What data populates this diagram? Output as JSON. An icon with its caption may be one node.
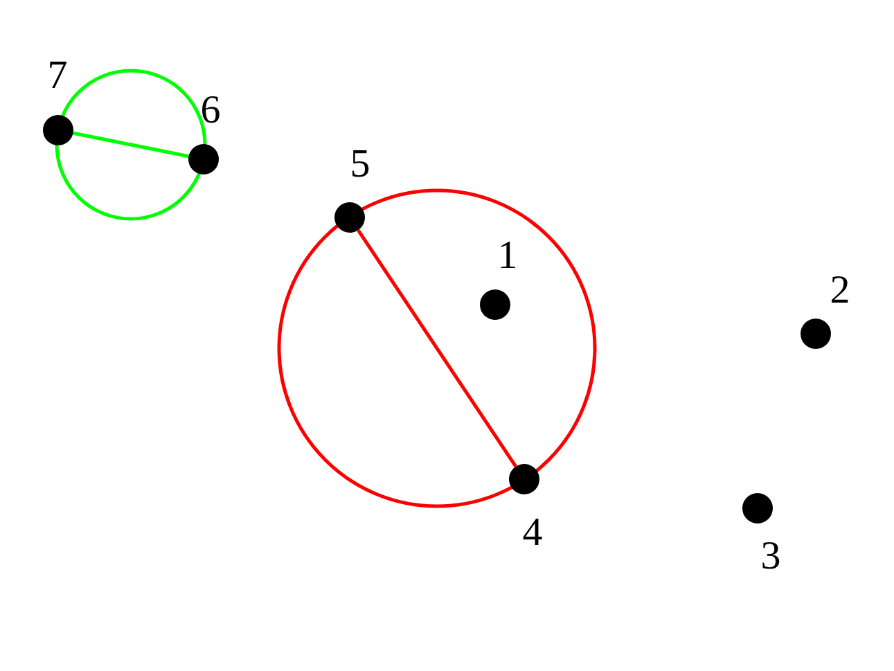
{
  "diagram": {
    "nodes": [
      {
        "text": [],
        "shape": "circle",
        "beside": [
          "1"
        ]
      },
      {
        "text": [],
        "shape": "circle",
        "beside": [
          "2"
        ]
      },
      {
        "text": [],
        "shape": "circle",
        "beside": [
          "3"
        ]
      },
      {
        "text": [],
        "shape": "circle",
        "beside": [
          "4"
        ]
      },
      {
        "text": [],
        "shape": "circle",
        "beside": [
          "5"
        ]
      },
      {
        "text": [],
        "shape": "circle",
        "beside": [
          "6"
        ]
      },
      {
        "text": [],
        "shape": "circle",
        "beside": [
          "7"
        ]
      }
    ],
    "edges": [
      {
        "from": 4,
        "to": 3,
        "arrow": "none",
        "color": "#ff0000"
      },
      {
        "from": 6,
        "to": 5,
        "arrow": "none",
        "color": "#00ff00"
      }
    ]
  }
}
